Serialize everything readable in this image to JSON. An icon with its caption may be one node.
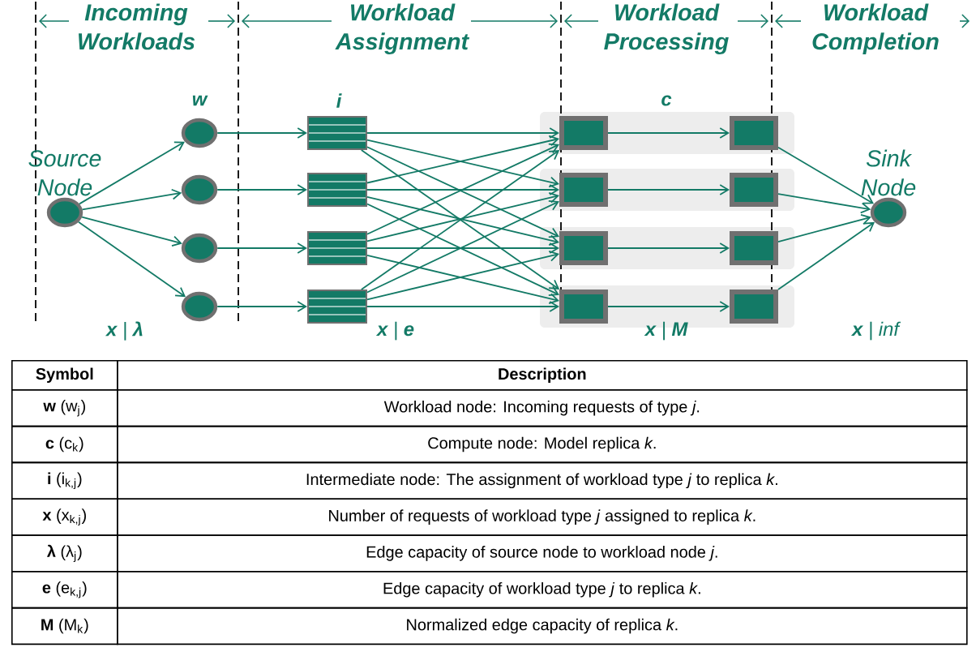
{
  "diagram": {
    "nodes": [
      {
        "text": [
          "Source Node"
        ]
      },
      {
        "text": [],
        "shape": "circle"
      },
      {
        "text": [],
        "shape": "circle"
      },
      {
        "text": [],
        "shape": "circle"
      },
      {
        "text": [],
        "shape": "circle"
      },
      {
        "text": [],
        "shape": "box"
      },
      {
        "text": [],
        "shape": "box"
      },
      {
        "text": [],
        "shape": "box"
      },
      {
        "text": [],
        "shape": "box"
      },
      {
        "text": [],
        "shape": "box"
      },
      {
        "text": [],
        "shape": "box"
      },
      {
        "text": [],
        "shape": "box"
      },
      {
        "text": [],
        "shape": "box"
      },
      {
        "text": [],
        "shape": "box"
      },
      {
        "text": [],
        "shape": "box"
      },
      {
        "text": [],
        "shape": "box"
      },
      {
        "text": [],
        "shape": "box"
      },
      {
        "text": [
          "Sink Node"
        ]
      }
    ],
    "edges": [
      {
        "from": 0,
        "to": 1,
        "arrow": "to"
      },
      {
        "from": 0,
        "to": 2,
        "arrow": "to"
      },
      {
        "from": 0,
        "to": 3,
        "arrow": "to"
      },
      {
        "from": 0,
        "to": 4,
        "arrow": "to"
      },
      {
        "from": 1,
        "to": 5,
        "arrow": "to"
      },
      {
        "from": 2,
        "to": 6,
        "arrow": "to"
      },
      {
        "from": 3,
        "to": 7,
        "arrow": "to"
      },
      {
        "from": 4,
        "to": 8,
        "arrow": "to"
      },
      {
        "from": 5,
        "to": 9,
        "arrow": "to"
      },
      {
        "from": 5,
        "to": 10,
        "arrow": "to"
      },
      {
        "from": 5,
        "to": 11,
        "arrow": "to"
      },
      {
        "from": 5,
        "to": 12,
        "arrow": "to"
      },
      {
        "from": 6,
        "to": 9,
        "arrow": "to"
      },
      {
        "from": 6,
        "to": 10,
        "arrow": "to"
      },
      {
        "from": 6,
        "to": 11,
        "arrow": "to"
      },
      {
        "from": 6,
        "to": 12,
        "arrow": "to"
      },
      {
        "from": 7,
        "to": 9,
        "arrow": "to"
      },
      {
        "from": 7,
        "to": 10,
        "arrow": "to"
      },
      {
        "from": 7,
        "to": 11,
        "arrow": "to"
      },
      {
        "from": 7,
        "to": 12,
        "arrow": "to"
      },
      {
        "from": 8,
        "to": 9,
        "arrow": "to"
      },
      {
        "from": 8,
        "to": 10,
        "arrow": "to"
      },
      {
        "from": 8,
        "to": 11,
        "arrow": "to"
      },
      {
        "from": 8,
        "to": 12,
        "arrow": "to"
      },
      {
        "from": 9,
        "to": 13,
        "arrow": "to"
      },
      {
        "from": 10,
        "to": 14,
        "arrow": "to"
      },
      {
        "from": 11,
        "to": 15,
        "arrow": "to"
      },
      {
        "from": 12,
        "to": 16,
        "arrow": "to"
      },
      {
        "from": 13,
        "to": 17,
        "arrow": "to"
      },
      {
        "from": 14,
        "to": 17,
        "arrow": "to"
      },
      {
        "from": 15,
        "to": 17,
        "arrow": "to"
      },
      {
        "from": 16,
        "to": 17,
        "arrow": "to"
      }
    ],
    "labels": [
      "Incoming Workloads",
      "Workload Assignment",
      "Workload Processing",
      "Workload Completion",
      "w",
      "i",
      "c",
      "**x** | **λ**",
      "**x** | **e**",
      "**x** | **M**",
      "**x** | *inf*",
      "Symbol",
      "Description",
      "**w** (w$_{j}$)",
      "Workload node: Incoming requests of type *j*.",
      "**c** (c$_{k}$)",
      "Compute node: Model replica *k*.",
      "**i** (i$_{k,j}$)",
      "Intermediate node: The assignment of workload type *j* to replica *k*.",
      "**x** (x$_{k,j}$)",
      "Number of requests of workload type *j* assigned to replica *k*.",
      "**λ** (λ$_{j}$)",
      "Edge capacity of source node to workload node *j*.",
      "**e** (e$_{k,j}$)",
      "Edge capacity of workload type *j* to replica *k*.",
      "**M** (M$_{k}$)",
      "Normalized edge capacity of replica *k*."
    ]
  }
}
